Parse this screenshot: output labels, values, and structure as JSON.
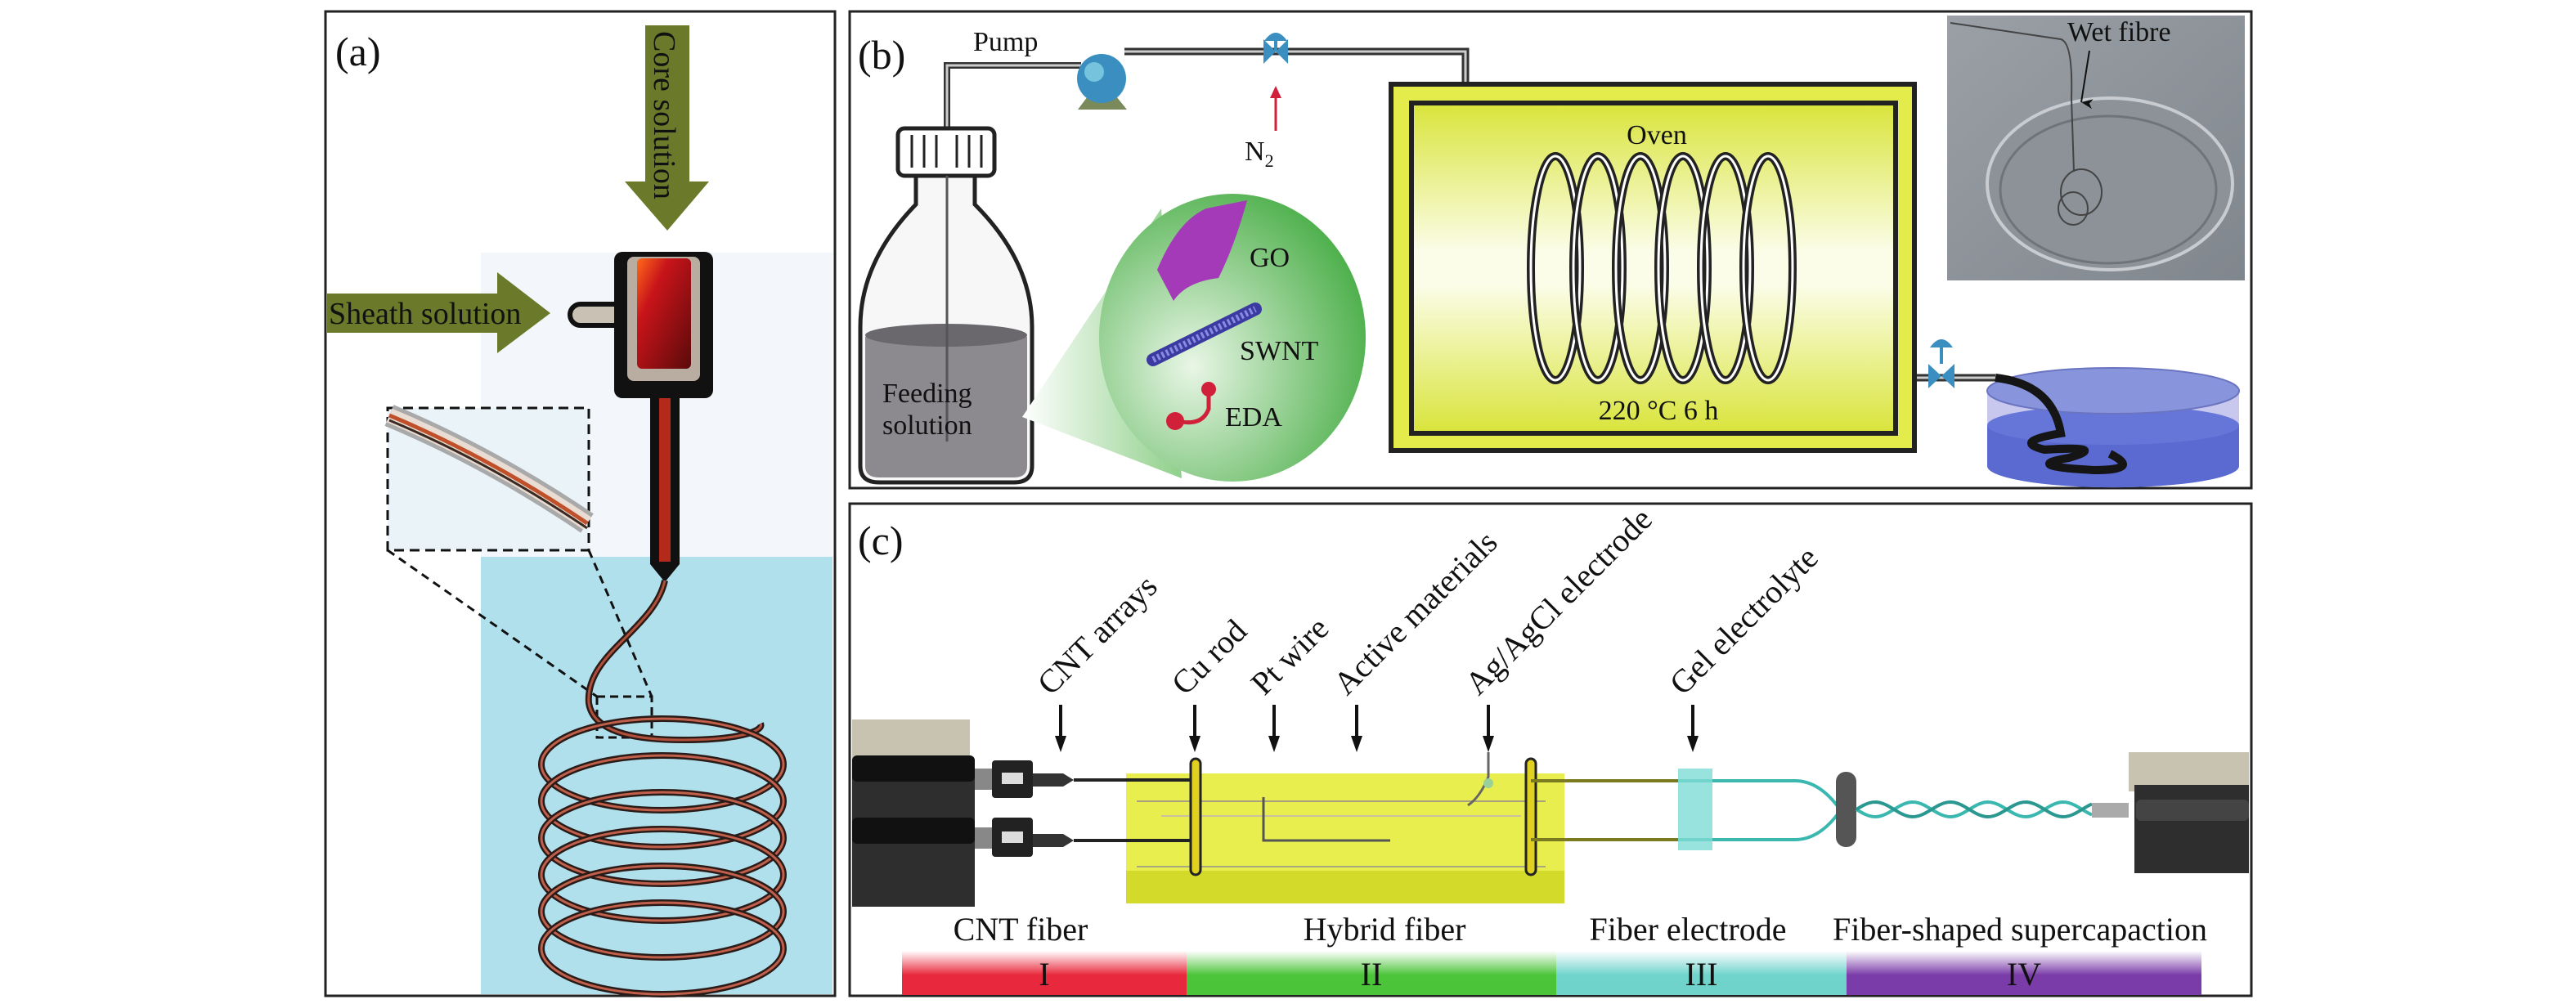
{
  "panel_a": {
    "letter": "(a)",
    "core_label": "Core solution",
    "sheath_label": "Sheath solution",
    "colors": {
      "arrow": "#6b7a2a",
      "water": "#b0e0ec",
      "fiber": "#8a3a2a"
    }
  },
  "panel_b": {
    "letter": "(b)",
    "pump_label": "Pump",
    "gas_label": "N",
    "gas_subscript": "2",
    "feeding_line1": "Feeding",
    "feeding_line2": "solution",
    "components": [
      {
        "label": "GO",
        "icon": "graphene-oxide-sheet-icon"
      },
      {
        "label": "SWNT",
        "icon": "nanotube-icon"
      },
      {
        "label": "EDA",
        "icon": "molecule-icon"
      }
    ],
    "oven_label": "Oven",
    "oven_condition": "220 °C 6 h",
    "photo_label": "Wet fibre",
    "colors": {
      "oven": "#e3ec4a",
      "bubble": "#5cb85c",
      "bath": "#5a6ad0",
      "gas_arrow": "#d0203a"
    }
  },
  "panel_c": {
    "letter": "(c)",
    "callouts": [
      "CNT arrays",
      "Cu rod",
      "Pt wire",
      "Active materials",
      "Ag/AgCl electrode",
      "Gel electrolyte"
    ],
    "stages": [
      {
        "label": "CNT fiber",
        "numeral": "I",
        "color": "#e8283c"
      },
      {
        "label": "Hybrid fiber",
        "numeral": "II",
        "color": "#4cc43a"
      },
      {
        "label": "Fiber electrode",
        "numeral": "III",
        "color": "#6fd3cc"
      },
      {
        "label": "Fiber-shaped supercapaction",
        "numeral": "IV",
        "color": "#7a3ca8"
      }
    ]
  }
}
